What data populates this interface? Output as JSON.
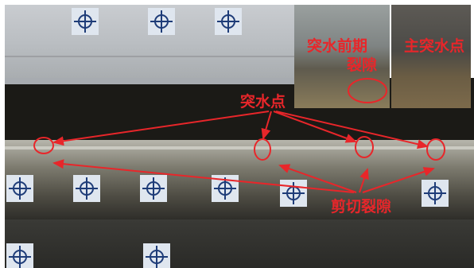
{
  "annotations": {
    "early_fissure_line1": "突水前期",
    "early_fissure_line2": "裂隙",
    "main_water_point": "主突水点",
    "water_points": "突水点",
    "shear_fissures": "剪切裂隙"
  },
  "colors": {
    "annotation": "#e8262a",
    "marker_fill": "#dfe6ef",
    "marker_ink": "#1e3c78"
  }
}
